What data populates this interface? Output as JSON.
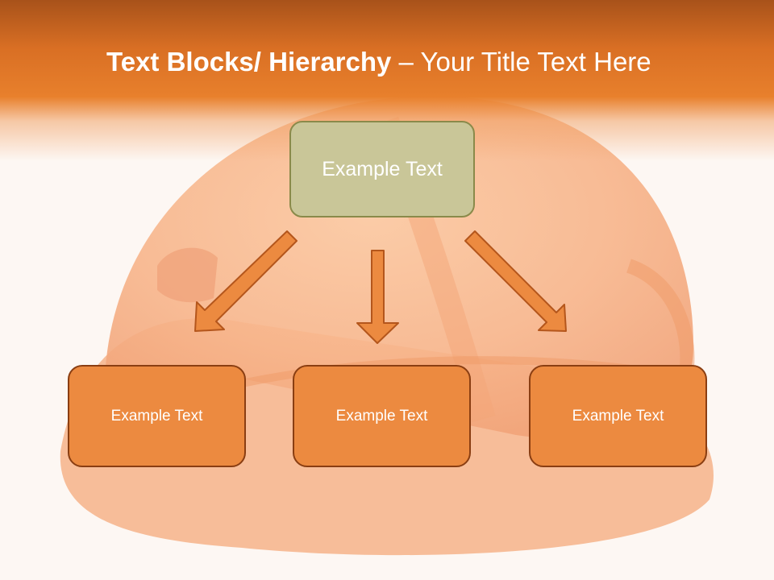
{
  "slide": {
    "title_bold": "Text Blocks/ Hierarchy",
    "title_rest": " – Your Title Text Here"
  },
  "diagram": {
    "root": {
      "label": "Example Text"
    },
    "children": [
      {
        "label": "Example Text"
      },
      {
        "label": "Example Text"
      },
      {
        "label": "Example Text"
      }
    ]
  },
  "colors": {
    "header_orange": "#e8802c",
    "root_fill": "#c9c698",
    "child_fill": "#ec8a40",
    "arrow_fill": "#ec8a40",
    "arrow_stroke": "#b4561c"
  },
  "background": {
    "image": "orange-hard-hat-photo"
  }
}
